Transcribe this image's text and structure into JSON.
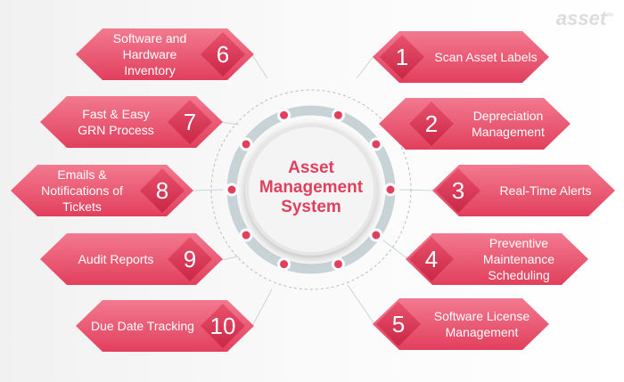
{
  "logo": {
    "text": "asset",
    "mark": "∞"
  },
  "center": {
    "line1": "Asset",
    "line2": "Management",
    "line3": "System"
  },
  "items": [
    {
      "n": "1",
      "label": "Scan Asset Labels"
    },
    {
      "n": "2",
      "label": "Depreciation Management"
    },
    {
      "n": "3",
      "label": "Real-Time Alerts"
    },
    {
      "n": "4",
      "label": "Preventive Maintenance Scheduling"
    },
    {
      "n": "5",
      "label": "Software License Management"
    },
    {
      "n": "6",
      "label": "Software and Hardware Inventory"
    },
    {
      "n": "7",
      "label": "Fast & Easy GRN Process"
    },
    {
      "n": "8",
      "label": "Emails & Notifications of Tickets"
    },
    {
      "n": "9",
      "label": "Audit Reports"
    },
    {
      "n": "10",
      "label": "Due Date Tracking"
    }
  ],
  "colors": {
    "accent": "#e23f5c",
    "ring": "#c7d3d6"
  }
}
